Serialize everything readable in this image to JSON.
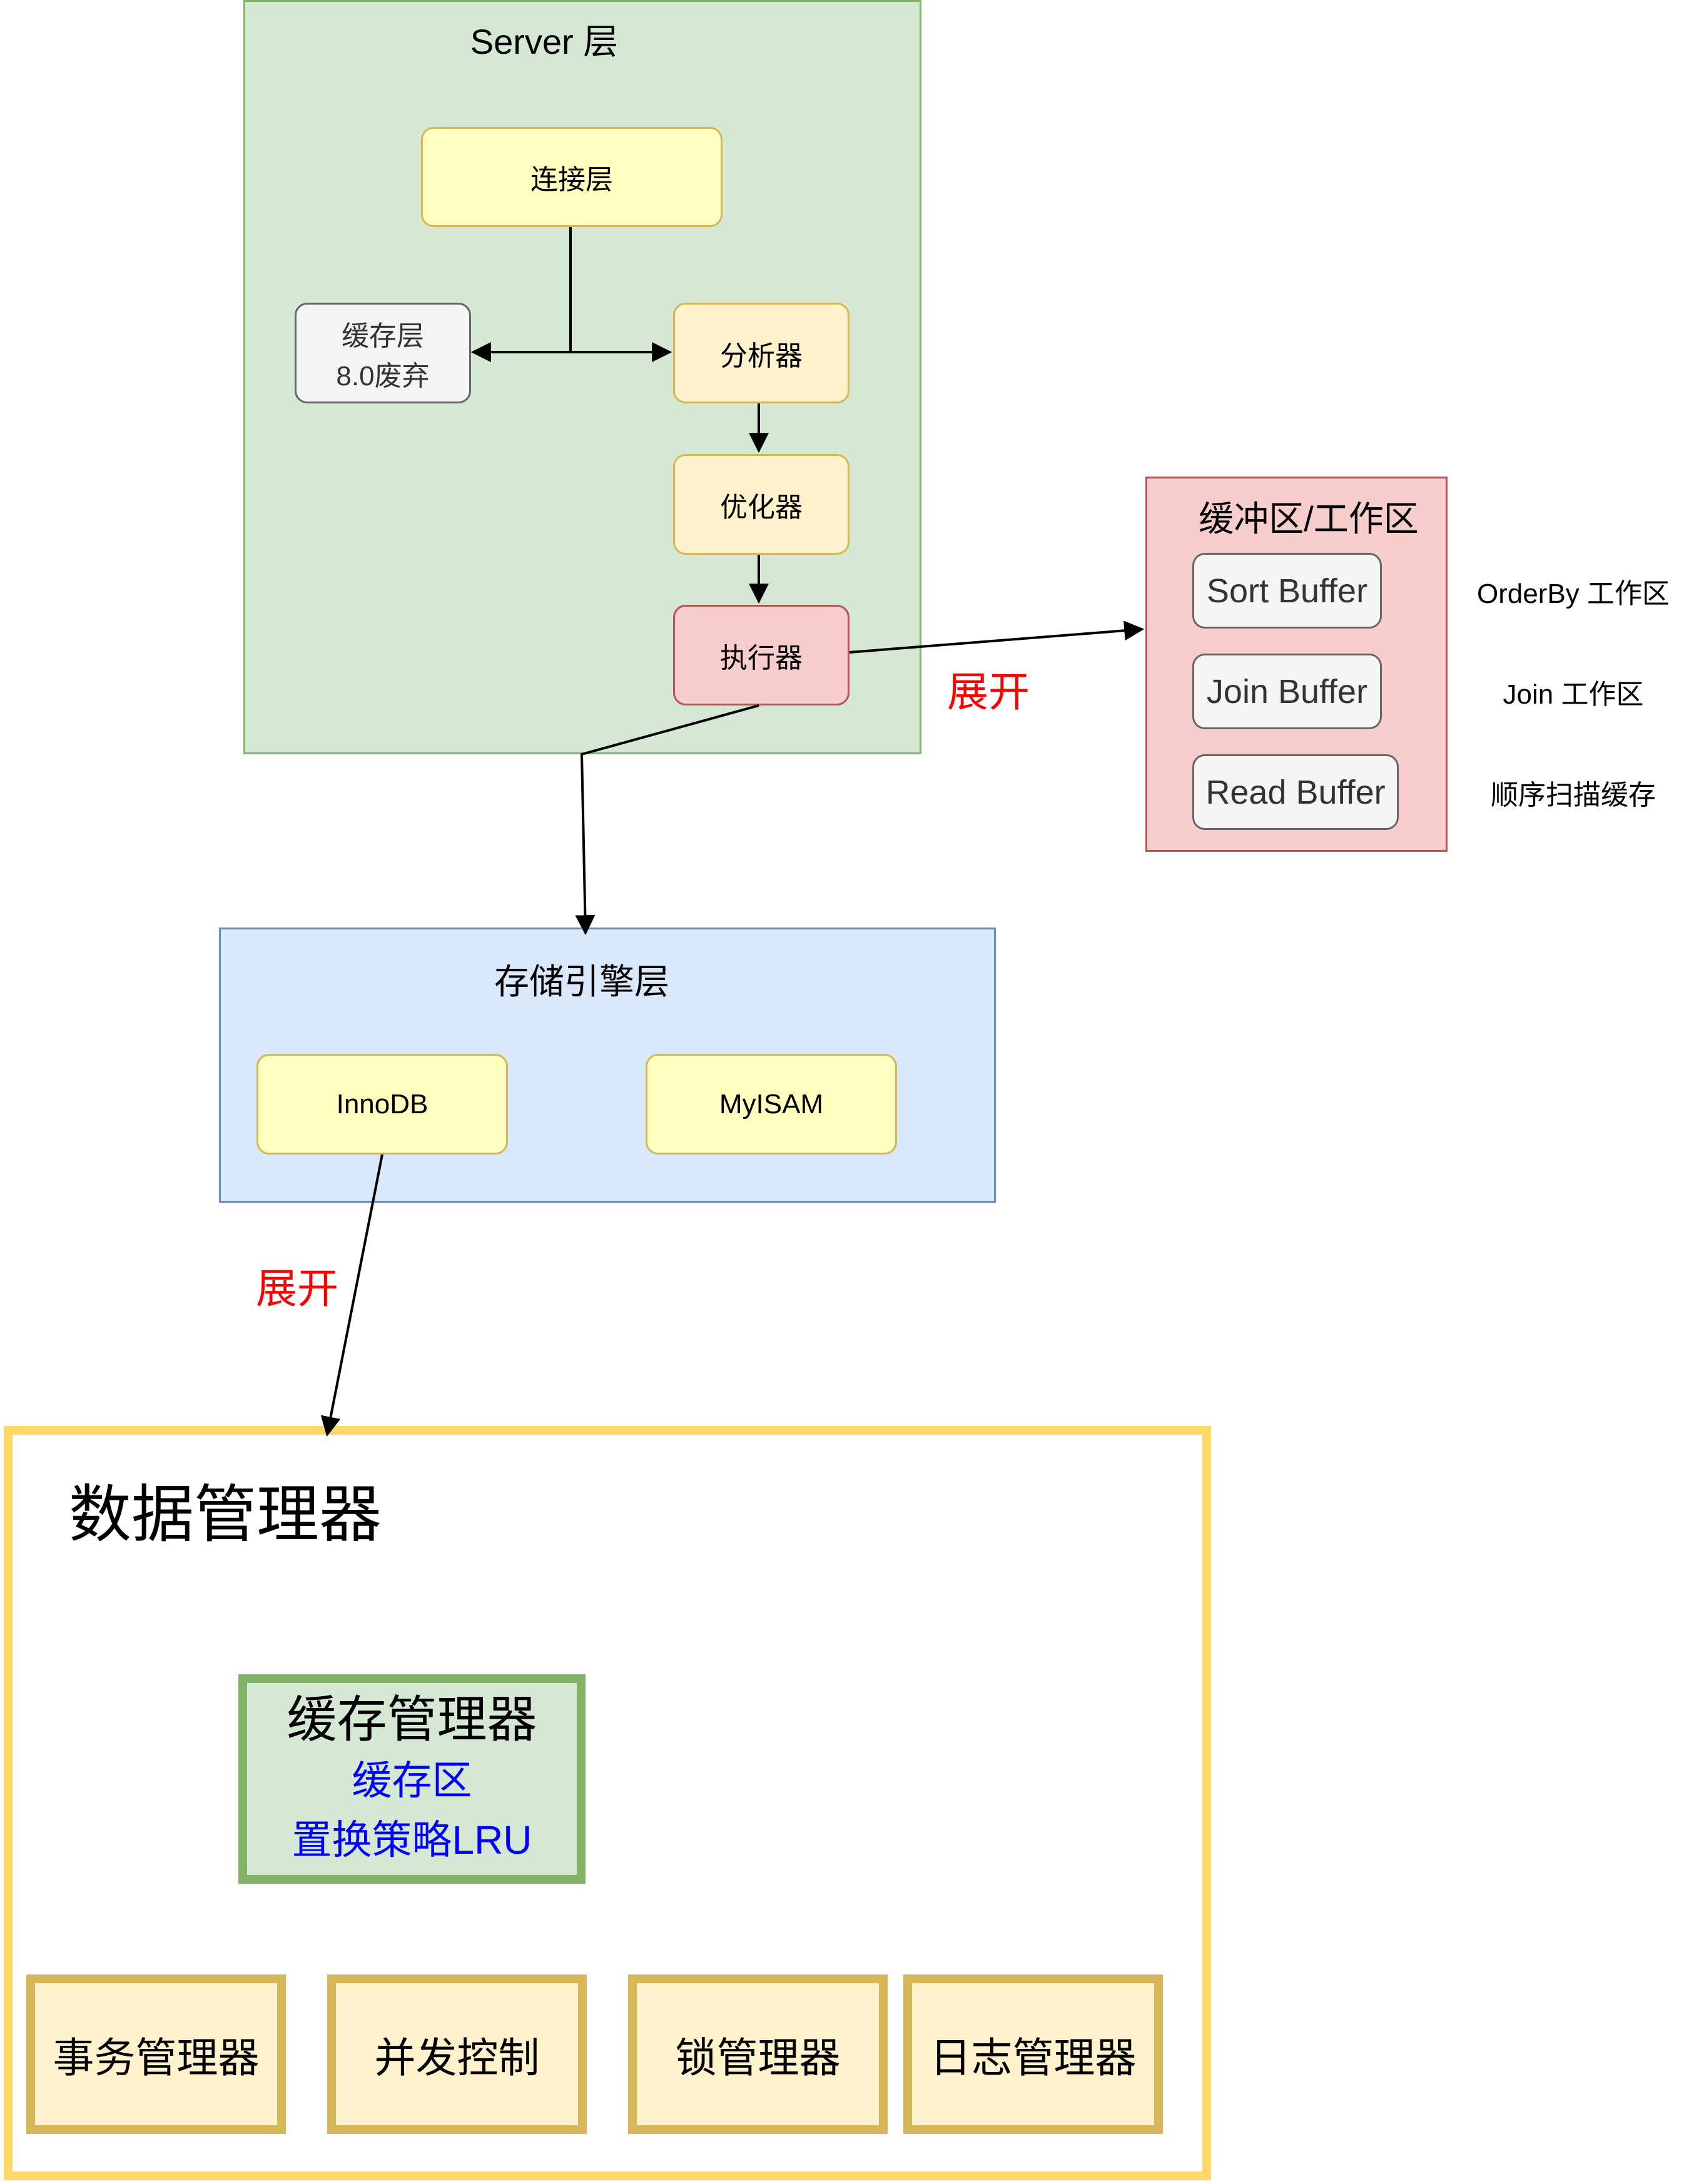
{
  "server": {
    "title": "Server 层",
    "connection": "连接层",
    "cache_line1": "缓存层",
    "cache_line2": "8.0废弃",
    "analyzer": "分析器",
    "optimizer": "优化器",
    "executor": "执行器"
  },
  "expand_label_1": "展开",
  "expand_label_2": "展开",
  "buffer": {
    "title": "缓冲区/工作区",
    "items": [
      {
        "label": "Sort Buffer",
        "note": "OrderBy 工作区"
      },
      {
        "label": "Join Buffer",
        "note": "Join 工作区"
      },
      {
        "label": "Read Buffer",
        "note": "顺序扫描缓存"
      }
    ]
  },
  "storage": {
    "title": "存储引擎层",
    "innodb": "InnoDB",
    "myisam": "MyISAM"
  },
  "data_manager": {
    "title": "数据管理器",
    "cache_manager": {
      "title": "缓存管理器",
      "line1": "缓存区",
      "line2": "置换策略LRU"
    },
    "managers": [
      "事务管理器",
      "并发控制",
      "锁管理器",
      "日志管理器"
    ]
  },
  "colors": {
    "server_fill": "#d5e8d4",
    "storage_fill": "#dae8fc",
    "buffer_fill": "#f8cecc",
    "data_manager_border": "#ffd966",
    "highlight_red": "#ff0000",
    "highlight_blue": "#0000ff"
  }
}
